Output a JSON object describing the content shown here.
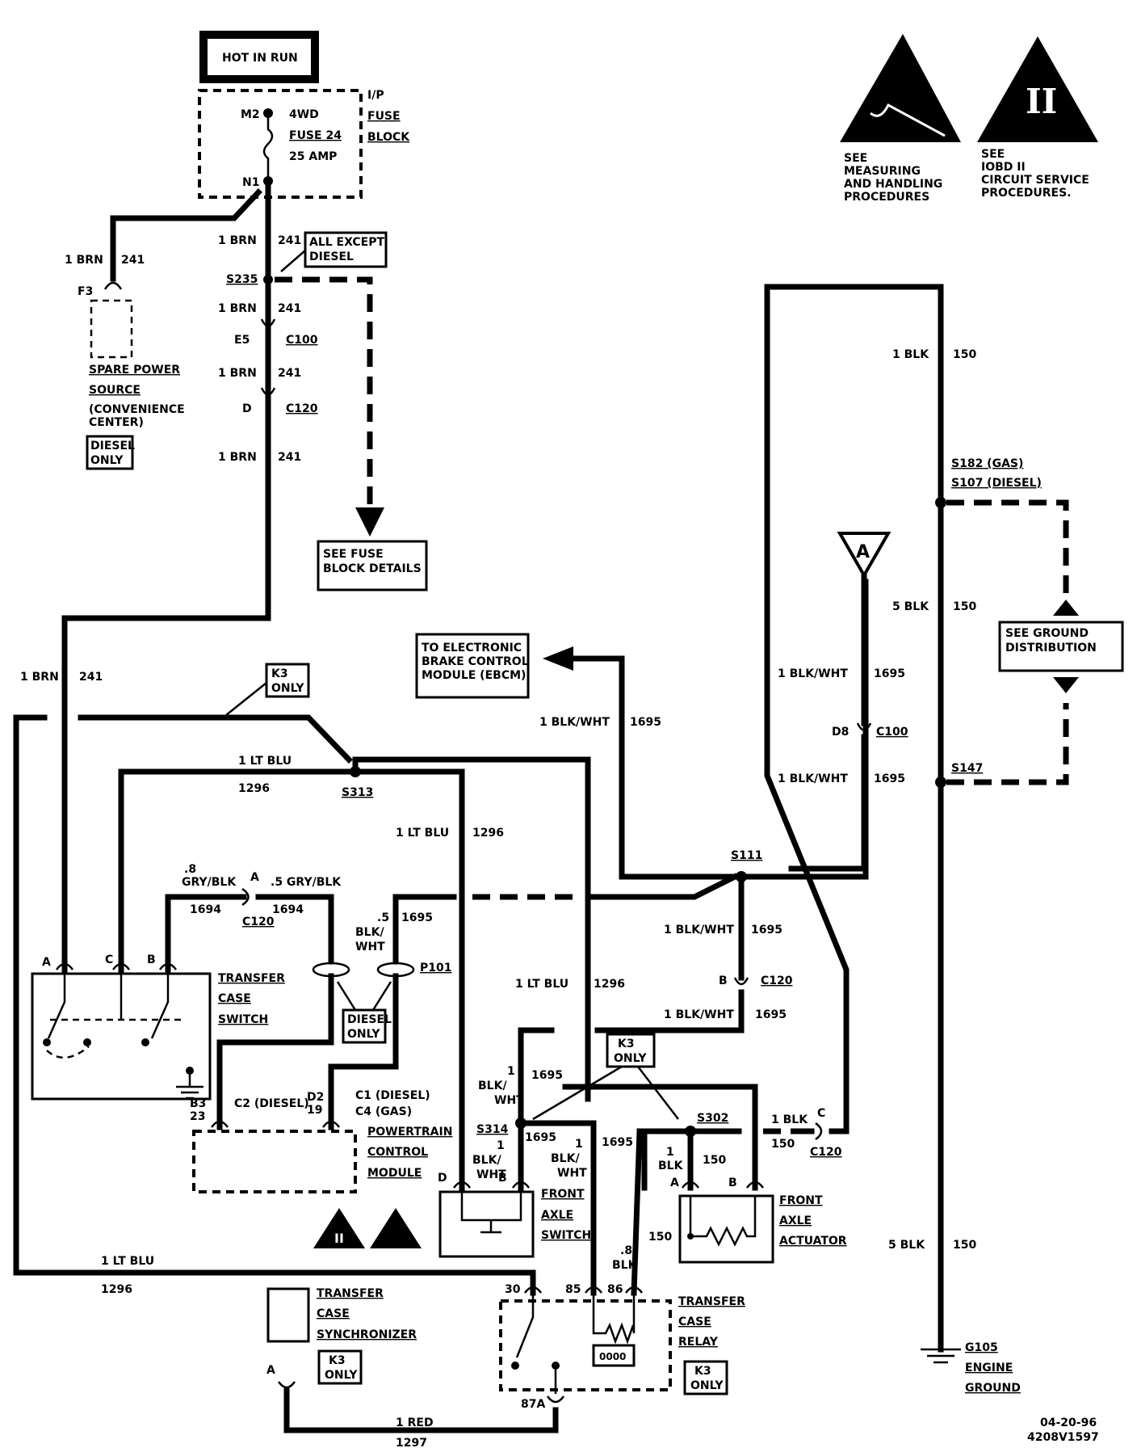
{
  "header": {
    "hot_in_run": "HOT IN RUN"
  },
  "fuse": {
    "pin_top": "M2",
    "pin_bottom": "N1",
    "line1": "4WD",
    "line2": "FUSE 24",
    "line3": "25 AMP",
    "block1": "I/P",
    "block2": "FUSE",
    "block3": "BLOCK"
  },
  "warnings": {
    "esd1": "SEE",
    "esd2": "MEASURING",
    "esd3": "AND HANDLING",
    "esd4": "PROCEDURES",
    "obd_symbol": "II",
    "obd1": "SEE",
    "obd2": "IOBD II",
    "obd3": "CIRCUIT SERVICE",
    "obd4": "PROCEDURES."
  },
  "labels": {
    "brn": "1 BRN",
    "c241": "241",
    "all_except1": "ALL EXCEPT",
    "all_except2": "DIESEL",
    "s235": "S235",
    "e5": "E5",
    "c100": "C100",
    "d": "D",
    "c120": "C120",
    "f3": "F3",
    "spare1": "SPARE POWER",
    "spare2": "SOURCE",
    "spare3": "(CONVENIENCE",
    "spare4": "CENTER)",
    "diesel1": "DIESEL",
    "diesel2": "ONLY",
    "fuse_details1": "SEE FUSE",
    "fuse_details2": "BLOCK DETAILS",
    "k3": "K3",
    "only": "ONLY",
    "ebcm1": "TO ELECTRONIC",
    "ebcm2": "BRAKE CONTROL",
    "ebcm3": "MODULE (EBCM)",
    "blk_wht": "1 BLK/WHT",
    "c1695": "1695",
    "lt_blu": "1 LT BLU",
    "c1296": "1296",
    "s313": "S313",
    "gry8": ".8",
    "gry_blk": "GRY/BLK",
    "a": "A",
    "gry5": ".5 GRY/BLK",
    "c1694": "1694",
    "p5": ".5",
    "blk_sl": "BLK/",
    "wht": "WHT",
    "p101": "P101",
    "s111": "S111",
    "b": "B",
    "c": "C",
    "tcs1": "TRANSFER",
    "tcs2": "CASE",
    "tcs3": "SWITCH",
    "diesel_only1": "DIESEL",
    "diesel_only2": "ONLY",
    "b3": "B3",
    "n23": "23",
    "c2d": "C2 (DIESEL)",
    "d2": "D2",
    "n19": "19",
    "c1d": "C1 (DIESEL)",
    "c4g": "C4 (GAS)",
    "pcm1": "POWERTRAIN",
    "pcm2": "CONTROL",
    "pcm3": "MODULE",
    "one": "1",
    "blk_sl2": "BLK/",
    "wht2": "WHT",
    "s314": "S314",
    "s302": "S302",
    "blk1": "1 BLK",
    "c150": "150",
    "blk": "BLK",
    "fas1": "FRONT",
    "fas2": "AXLE",
    "fas3": "SWITCH",
    "faa1": "FRONT",
    "faa2": "AXLE",
    "faa3": "ACTUATOR",
    "p8": ".8",
    "n30": "30",
    "n85": "85",
    "n86": "86",
    "n87a": "87A",
    "tcr1": "TRANSFER",
    "tcr2": "CASE",
    "tcr3": "RELAY",
    "tcsy1": "TRANSFER",
    "tcsy2": "CASE",
    "tcsy3": "SYNCHRONIZER",
    "red": "1 RED",
    "c1297": "1297",
    "blk150": "1 BLK",
    "s182": "S182 (GAS)",
    "s107": "S107 (DIESEL)",
    "connA": "A",
    "blk5": "5 BLK",
    "ground1": "SEE GROUND",
    "ground2": "DISTRIBUTION",
    "d8": "D8",
    "s147": "S147",
    "g105": "G105",
    "engine": "ENGINE",
    "ground": "GROUND",
    "date": "04-20-96",
    "code": "4208V1597"
  }
}
